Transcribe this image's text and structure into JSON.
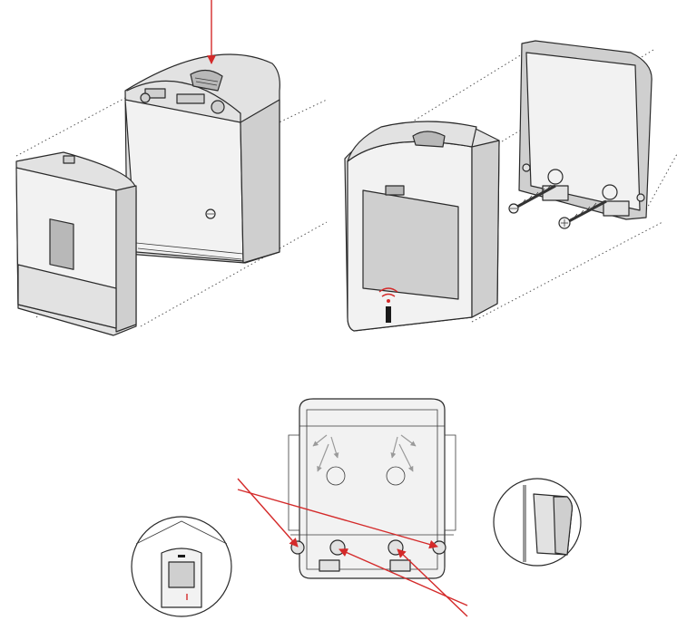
{
  "figure": {
    "panels": [
      "open-housing-step",
      "wall-mounting-step",
      "mounting-holes-detail"
    ],
    "colors": {
      "accent": "#d42a2a",
      "line": "#2a2a2a",
      "housing": "#e8e8e8"
    },
    "icons": [
      "info-i-icon",
      "screw-icon",
      "arrow-icon"
    ]
  }
}
